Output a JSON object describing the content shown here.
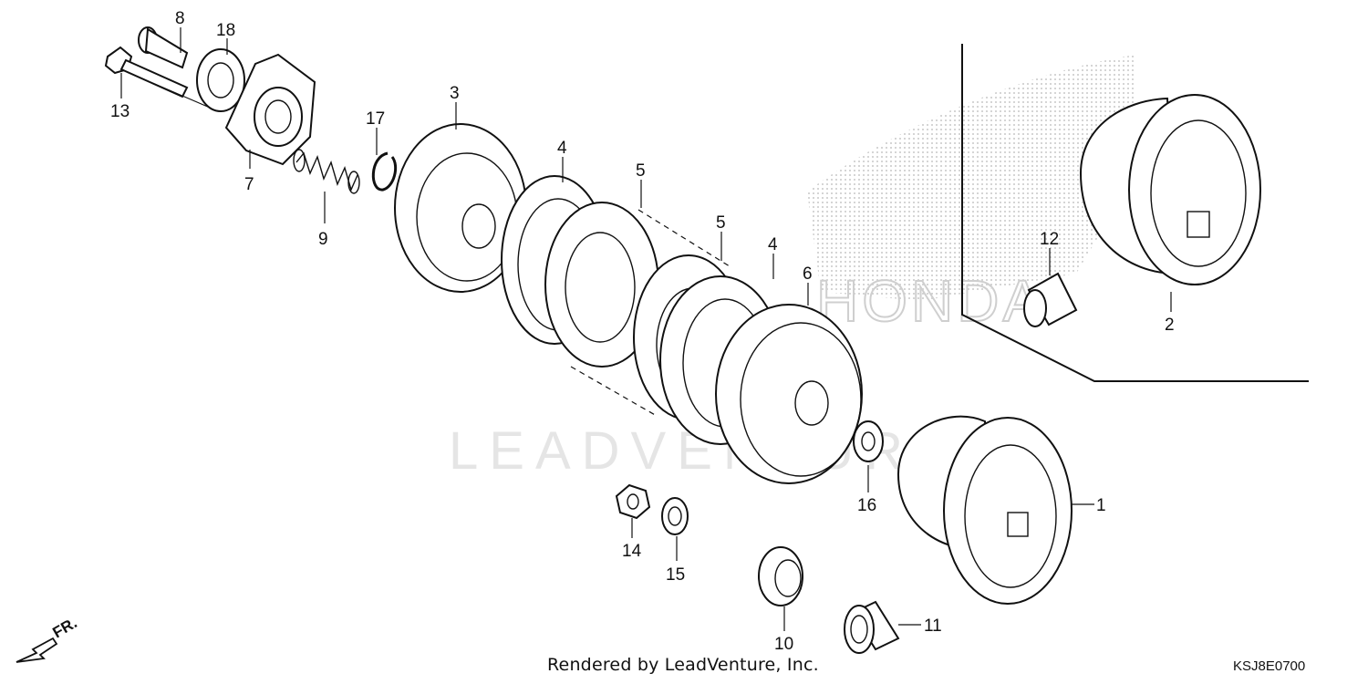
{
  "diagram": {
    "callouts": [
      {
        "id": "1",
        "label": "1"
      },
      {
        "id": "2",
        "label": "2"
      },
      {
        "id": "3",
        "label": "3"
      },
      {
        "id": "4a",
        "label": "4"
      },
      {
        "id": "4b",
        "label": "4"
      },
      {
        "id": "5a",
        "label": "5"
      },
      {
        "id": "5b",
        "label": "5"
      },
      {
        "id": "6",
        "label": "6"
      },
      {
        "id": "7",
        "label": "7"
      },
      {
        "id": "8",
        "label": "8"
      },
      {
        "id": "9",
        "label": "9"
      },
      {
        "id": "10",
        "label": "10"
      },
      {
        "id": "11",
        "label": "11"
      },
      {
        "id": "12",
        "label": "12"
      },
      {
        "id": "13",
        "label": "13"
      },
      {
        "id": "14",
        "label": "14"
      },
      {
        "id": "15",
        "label": "15"
      },
      {
        "id": "16",
        "label": "16"
      },
      {
        "id": "17",
        "label": "17"
      },
      {
        "id": "18",
        "label": "18"
      }
    ],
    "direction_label": "FR.",
    "watermark": "LEADVENTURE",
    "brand_mark": "HONDA"
  },
  "footer": {
    "rendered_by": "Rendered by LeadVenture, Inc.",
    "diagram_code": "KSJ8E0700"
  }
}
